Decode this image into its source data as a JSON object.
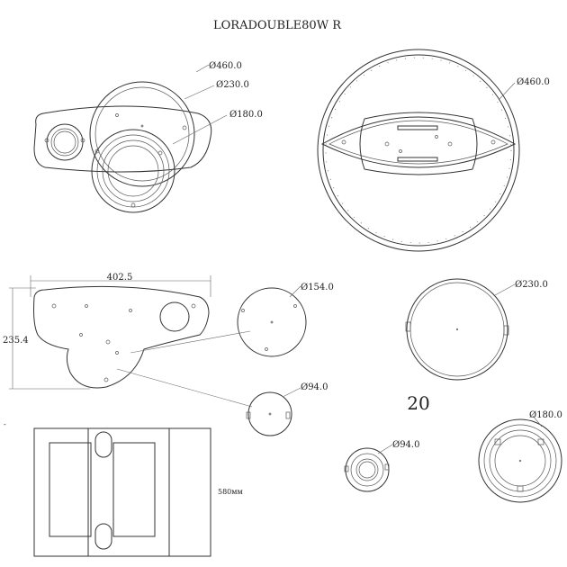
{
  "drawing": {
    "title": "LORADOUBLE80W  R",
    "page_number": "20",
    "stray_mark": "-"
  },
  "labels": {
    "d460_top": "Ø460.0",
    "d230_top": "Ø230.0",
    "d180_top": "Ø180.0",
    "d460_ring": "Ø460.0",
    "width_dim": "402.5",
    "height_dim": "235.4",
    "d154": "Ø154.0",
    "d94_mid": "Ø94.0",
    "d230_ring": "Ø230.0",
    "d94_small": "Ø94.0",
    "d180_ring": "Ø180.0",
    "box_dim": "580мм"
  },
  "colors": {
    "line": "#333333",
    "background": "#ffffff"
  }
}
